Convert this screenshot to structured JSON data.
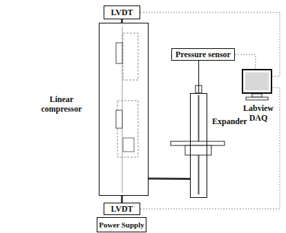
{
  "diagram": {
    "nodes": [
      {
        "text": [
          "LVDT"
        ]
      },
      {
        "text": [
          "Linear compressor"
        ]
      },
      {
        "text": [
          "Pressure sensor"
        ]
      },
      {
        "text": [
          "Expander"
        ]
      },
      {
        "text": [
          "Labview DAQ"
        ]
      },
      {
        "text": [
          "LVDT"
        ]
      },
      {
        "text": [
          "Power Supply"
        ]
      }
    ],
    "edges": [
      {
        "from": 0,
        "to": 1,
        "arrow": "none"
      },
      {
        "from": 1,
        "to": 5,
        "arrow": "none"
      },
      {
        "from": 1,
        "to": 3,
        "arrow": "none"
      },
      {
        "from": 2,
        "to": 3,
        "arrow": "none"
      },
      {
        "from": 0,
        "to": 4,
        "arrow": "none"
      },
      {
        "from": 2,
        "to": 4,
        "arrow": "none"
      },
      {
        "from": 5,
        "to": 4,
        "arrow": "none"
      }
    ]
  }
}
